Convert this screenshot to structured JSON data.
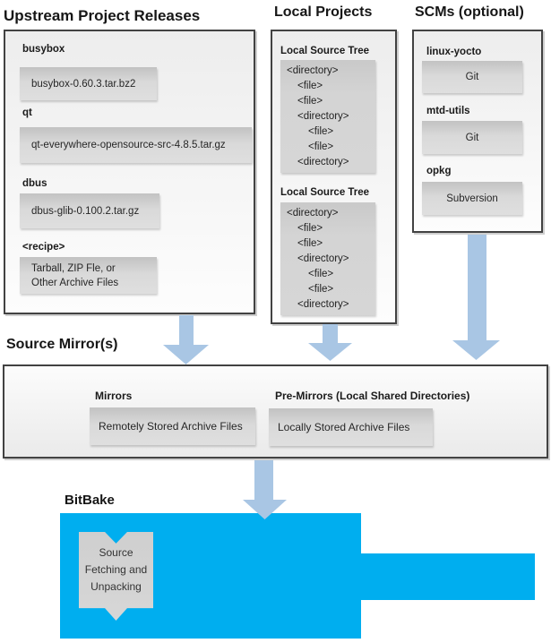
{
  "headings": {
    "upstream": "Upstream Project Releases",
    "local_projects": "Local Projects",
    "scms": "SCMs (optional)",
    "source_mirrors": "Source Mirror(s)",
    "bitbake": "BitBake"
  },
  "upstream": {
    "entries": [
      {
        "label": "busybox",
        "file": "busybox-0.60.3.tar.bz2"
      },
      {
        "label": "qt",
        "file": "qt-everywhere-opensource-src-4.8.5.tar.gz"
      },
      {
        "label": "dbus",
        "file": "dbus-glib-0.100.2.tar.gz"
      },
      {
        "label": "<recipe>",
        "file": "Tarball, ZIP Fle, or\nOther Archive Files"
      }
    ]
  },
  "local_projects": {
    "section_label": "Local Source Tree",
    "tree": [
      {
        "text": "<directory>",
        "indent": 0
      },
      {
        "text": "<file>",
        "indent": 1
      },
      {
        "text": "<file>",
        "indent": 1
      },
      {
        "text": "<directory>",
        "indent": 1
      },
      {
        "text": "<file>",
        "indent": 2
      },
      {
        "text": "<file>",
        "indent": 2
      },
      {
        "text": "<directory>",
        "indent": 1
      }
    ]
  },
  "scms": {
    "entries": [
      {
        "label": "linux-yocto",
        "scm": "Git"
      },
      {
        "label": "mtd-utils",
        "scm": "Git"
      },
      {
        "label": "opkg",
        "scm": "Subversion"
      }
    ]
  },
  "source_mirrors": {
    "mirrors_label": "Mirrors",
    "mirrors_value": "Remotely Stored Archive Files",
    "premirrors_label": "Pre-Mirrors (Local Shared Directories)",
    "premirrors_value": "Locally Stored Archive Files"
  },
  "bitbake": {
    "step": "Source\nFetching and\nUnpacking"
  },
  "colors": {
    "bitbake_blue": "#00aeef",
    "arrow_blue": "#a9c6e4",
    "value_box_gray": "#d2d2d2",
    "panel_border": "#424242"
  }
}
